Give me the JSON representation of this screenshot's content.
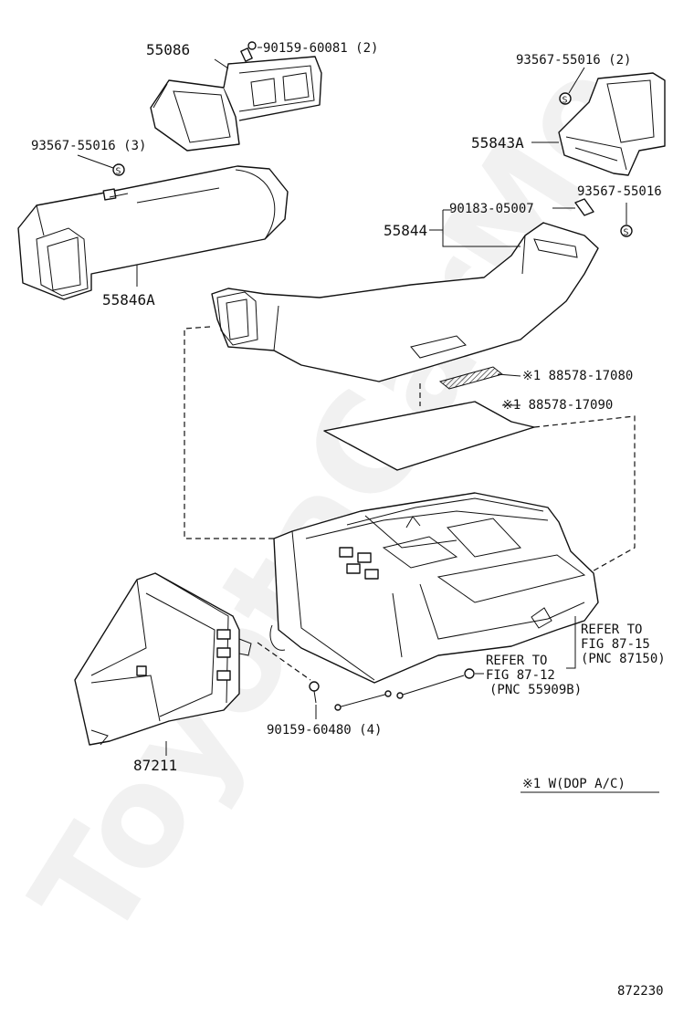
{
  "watermark": "ToyotaCarMe",
  "diagram_id": "872230",
  "note": "※1 W(DOP A/C)",
  "labels": {
    "p55086": "55086",
    "p90159_60081": "90159-60081 (2)",
    "p93567_55016_3": "93567-55016 (3)",
    "p55846A": "55846A",
    "p93567_55016_2": "93567-55016 (2)",
    "p55843A": "55843A",
    "p90183_05007": "90183-05007",
    "p93567_55016": "93567-55016",
    "p55844": "55844",
    "p88578_17080": "※1 88578-17080",
    "p88578_17090": "※1 88578-17090",
    "p87211": "87211",
    "p90159_60480": "90159-60480 (4)",
    "ref1_a": "REFER TO",
    "ref1_b": "FIG 87-15",
    "ref1_c": "(PNC 87150)",
    "ref2_a": "REFER TO",
    "ref2_b": "FIG 87-12",
    "ref2_c": "(PNC 55909B)"
  },
  "screw_marker": "S"
}
